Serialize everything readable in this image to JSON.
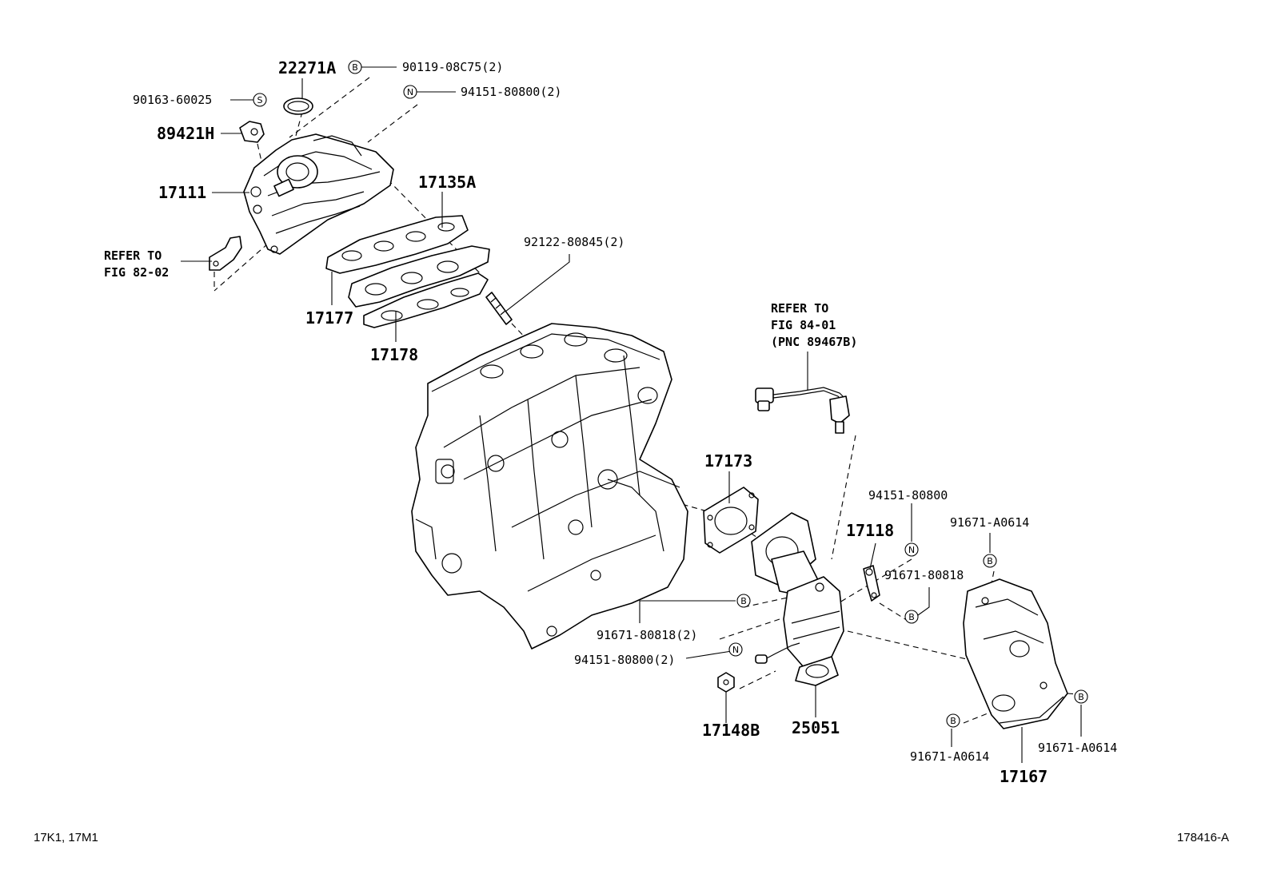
{
  "labels": {
    "p22271a": "22271A",
    "p90119": "90119-08C75(2)",
    "p90163": "90163-60025",
    "p94151_top": "94151-80800(2)",
    "p89421h": "89421H",
    "p17111": "17111",
    "p17135a": "17135A",
    "refer1_line1": "REFER TO",
    "refer1_line2": "FIG 82-02",
    "p92122": "92122-80845(2)",
    "p17177": "17177",
    "p17178": "17178",
    "refer2_line1": "REFER TO",
    "refer2_line2": "FIG 84-01",
    "refer2_line3": "(PNC 89467B)",
    "p17173": "17173",
    "p94151_mid": "94151-80800",
    "p91671a_top": "91671-A0614",
    "p17118": "17118",
    "p91671_80818": "91671-80818",
    "p91671_80818_2": "91671-80818(2)",
    "p94151_bottom": "94151-80800(2)",
    "p17148b": "17148B",
    "p25051": "25051",
    "p91671a_left": "91671-A0614",
    "p91671a_right": "91671-A0614",
    "p17167": "17167"
  },
  "markers": {
    "bolt": "B",
    "nut": "N",
    "stud": "S"
  },
  "footer": {
    "models": "17K1, 17M1",
    "illustration_id": "178416-A"
  }
}
